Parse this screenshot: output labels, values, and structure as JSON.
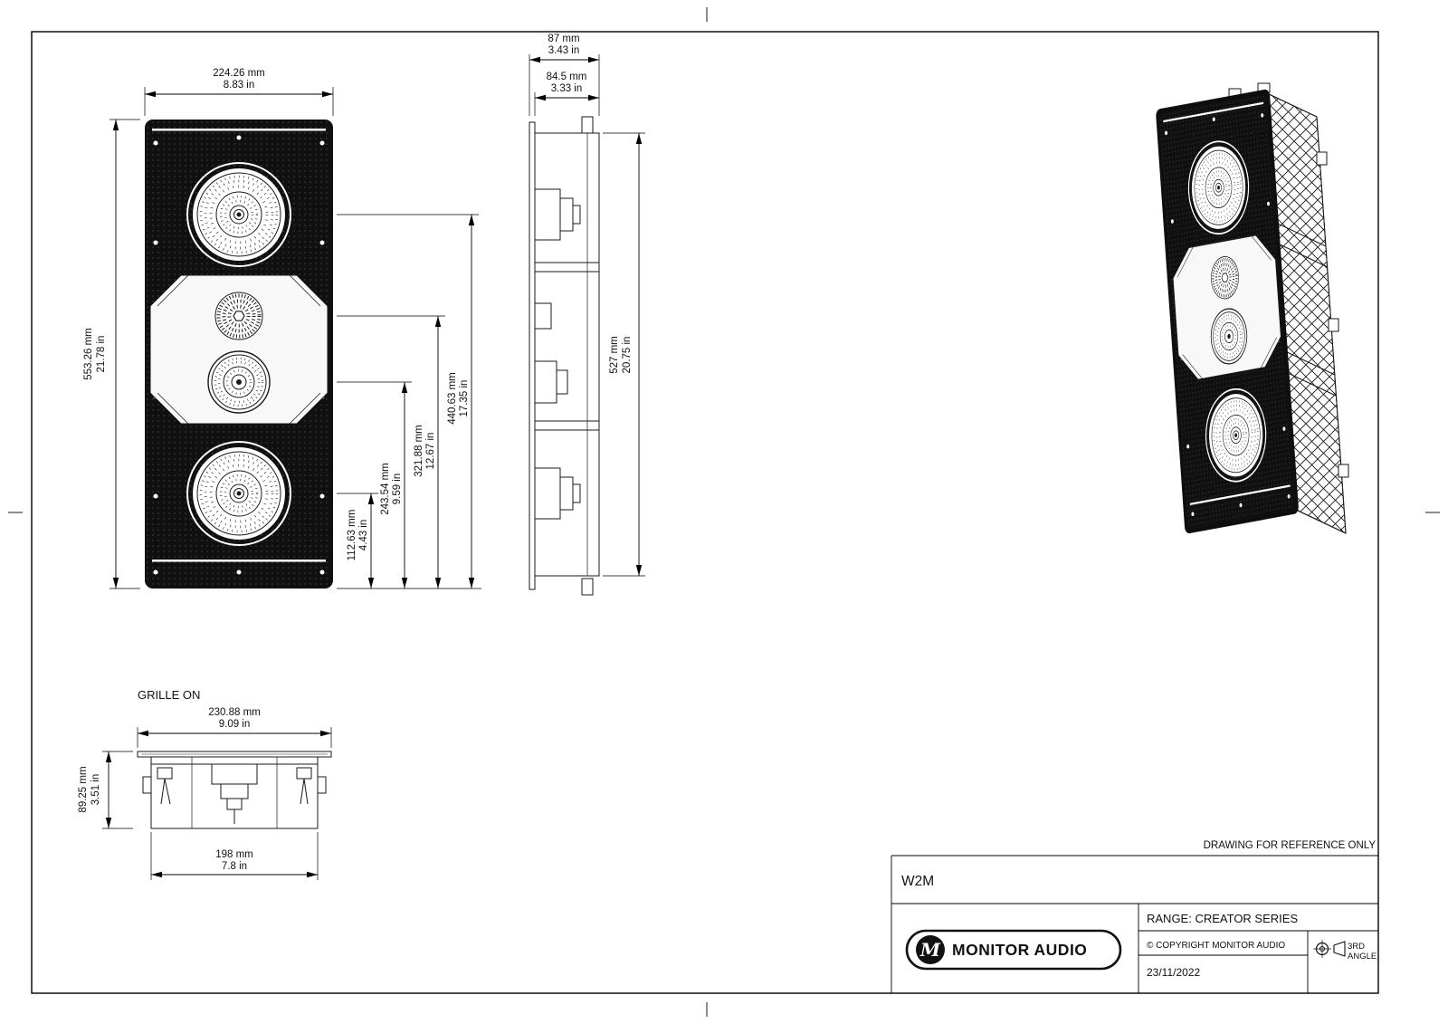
{
  "sheet": {
    "note": "DRAWING FOR REFERENCE ONLY"
  },
  "front_view": {
    "width": {
      "mm": "224.26 mm",
      "inch": "8.83 in"
    },
    "height": {
      "mm": "553.26 mm",
      "inch": "21.78 in"
    },
    "offsets": [
      {
        "mm": "112.63 mm",
        "inch": "4.43 in"
      },
      {
        "mm": "243.54 mm",
        "inch": "9.59 in"
      },
      {
        "mm": "321.88 mm",
        "inch": "12.67 in"
      },
      {
        "mm": "440.63 mm",
        "inch": "17.35 in"
      }
    ]
  },
  "side_view": {
    "depth_overall": {
      "mm": "87 mm",
      "inch": "3.43 in"
    },
    "depth_body": {
      "mm": "84.5 mm",
      "inch": "3.33 in"
    },
    "height": {
      "mm": "527 mm",
      "inch": "20.75 in"
    }
  },
  "grille_view": {
    "label": "GRILLE ON",
    "width": {
      "mm": "230.88 mm",
      "inch": "9.09 in"
    },
    "height": {
      "mm": "89.25 mm",
      "inch": "3.51 in"
    },
    "cutout_width": {
      "mm": "198 mm",
      "inch": "7.8 in"
    }
  },
  "title_block": {
    "model": "W2M",
    "brand": "MONITOR AUDIO",
    "brand_mark": "M",
    "range": "RANGE: CREATOR SERIES",
    "copyright": "© COPYRIGHT MONITOR AUDIO",
    "date": "23/11/2022",
    "projection_line1": "3RD",
    "projection_line2": "ANGLE"
  },
  "colors": {
    "ink": "#111111",
    "panel": "#101010",
    "paper": "#ffffff"
  }
}
